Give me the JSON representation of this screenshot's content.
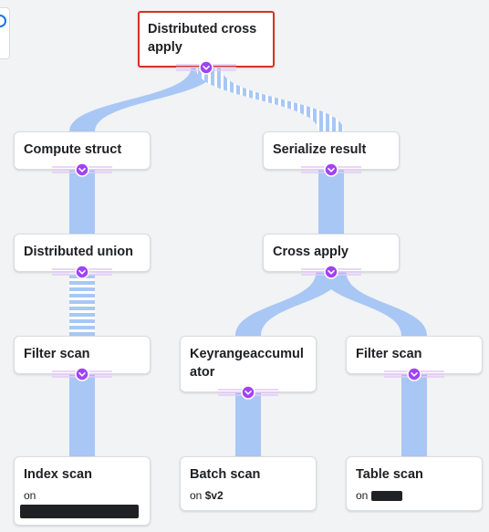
{
  "colors": {
    "flow": "#a8c7f5",
    "flow_stripe": "#ffffff",
    "toggle": "#a142f4",
    "toggle_band": "#e3c9f7",
    "selected_border": "#d93025"
  },
  "nodes": [
    {
      "key": "distributed_cross_apply",
      "title": "Distributed cross apply",
      "selected": true
    },
    {
      "key": "compute_struct",
      "title": "Compute struct"
    },
    {
      "key": "serialize_result",
      "title": "Serialize result"
    },
    {
      "key": "distributed_union",
      "title": "Distributed union"
    },
    {
      "key": "cross_apply",
      "title": "Cross apply"
    },
    {
      "key": "filter_scan_left",
      "title": "Filter scan"
    },
    {
      "key": "keyrange_accumulator",
      "title": "Keyrangeaccumulator"
    },
    {
      "key": "filter_scan_right",
      "title": "Filter scan"
    },
    {
      "key": "index_scan",
      "title": "Index scan",
      "on_label": "on",
      "on_value": "",
      "redacted": true
    },
    {
      "key": "batch_scan",
      "title": "Batch scan",
      "on_label": "on",
      "on_value": "$v2"
    },
    {
      "key": "table_scan",
      "title": "Table scan",
      "on_label": "on",
      "on_value": "",
      "redacted": true
    }
  ],
  "edges": [
    {
      "from": "distributed_cross_apply",
      "to": "compute_struct",
      "style": "solid"
    },
    {
      "from": "distributed_cross_apply",
      "to": "serialize_result",
      "style": "striped"
    },
    {
      "from": "compute_struct",
      "to": "distributed_union",
      "style": "solid"
    },
    {
      "from": "serialize_result",
      "to": "cross_apply",
      "style": "solid"
    },
    {
      "from": "distributed_union",
      "to": "filter_scan_left",
      "style": "striped"
    },
    {
      "from": "cross_apply",
      "to": "keyrange_accumulator",
      "style": "solid"
    },
    {
      "from": "cross_apply",
      "to": "filter_scan_right",
      "style": "solid"
    },
    {
      "from": "filter_scan_left",
      "to": "index_scan",
      "style": "solid"
    },
    {
      "from": "keyrange_accumulator",
      "to": "batch_scan",
      "style": "solid"
    },
    {
      "from": "filter_scan_right",
      "to": "table_scan",
      "style": "solid"
    }
  ],
  "toggles": [
    {
      "node": "distributed_cross_apply",
      "icon": "chevron-down-icon"
    },
    {
      "node": "compute_struct",
      "icon": "chevron-down-icon"
    },
    {
      "node": "serialize_result",
      "icon": "chevron-down-icon"
    },
    {
      "node": "distributed_union",
      "icon": "chevron-down-icon"
    },
    {
      "node": "cross_apply",
      "icon": "chevron-down-icon"
    },
    {
      "node": "filter_scan_left",
      "icon": "chevron-down-icon"
    },
    {
      "node": "keyrange_accumulator",
      "icon": "chevron-down-icon"
    },
    {
      "node": "filter_scan_right",
      "icon": "chevron-down-icon"
    }
  ]
}
